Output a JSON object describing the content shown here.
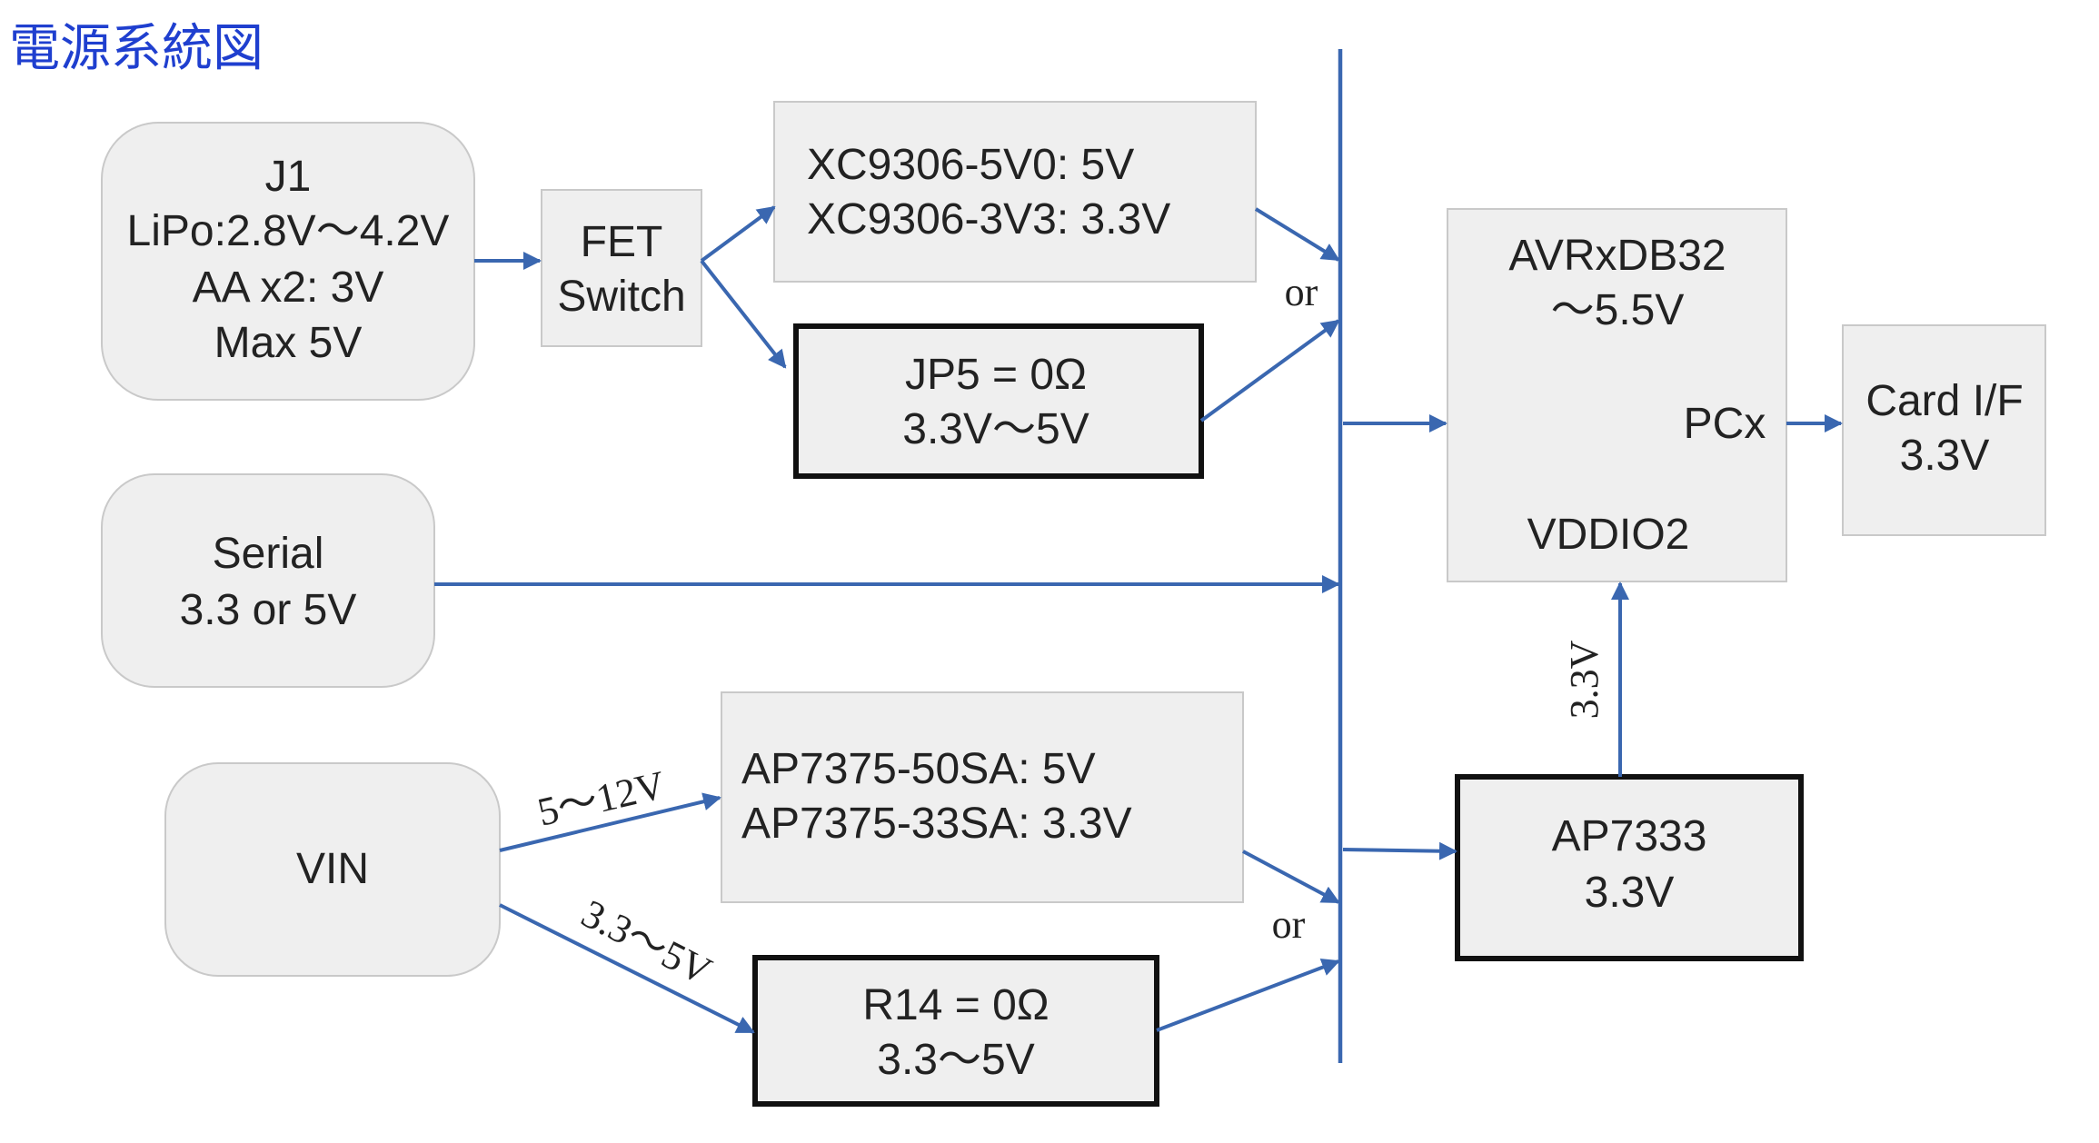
{
  "title": "電源系統図",
  "blocks": {
    "j1": [
      "J1",
      "LiPo:2.8V～4.2V",
      "AA x2: 3V",
      "Max 5V"
    ],
    "fet": [
      "FET",
      "Switch"
    ],
    "xc9306": [
      "XC9306-5V0: 5V",
      "XC9306-3V3: 3.3V"
    ],
    "jp5": [
      "JP5 = 0Ω",
      "3.3V～5V"
    ],
    "serial": [
      "Serial",
      "3.3 or 5V"
    ],
    "vin": [
      "VIN"
    ],
    "ap7375": [
      "AP7375-50SA: 5V",
      "AP7375-33SA: 3.3V"
    ],
    "r14": [
      "R14 = 0Ω",
      "3.3～5V"
    ],
    "avr": {
      "name": [
        "AVRxDB32",
        "～5.5V"
      ],
      "pcx": "PCx",
      "vddio2": "VDDIO2"
    },
    "card": [
      "Card I/F",
      "3.3V"
    ],
    "ap7333": [
      "AP7333",
      "3.3V"
    ]
  },
  "wire_labels": {
    "or_top": "or",
    "or_bottom": "or",
    "vin_upper": "5～12V",
    "vin_lower": "3.3～5V",
    "ap7333_to_avr": "3.3V"
  },
  "colors": {
    "wire": "#3a67b0",
    "title": "#1f3fcf",
    "box_fill": "#efefef"
  }
}
